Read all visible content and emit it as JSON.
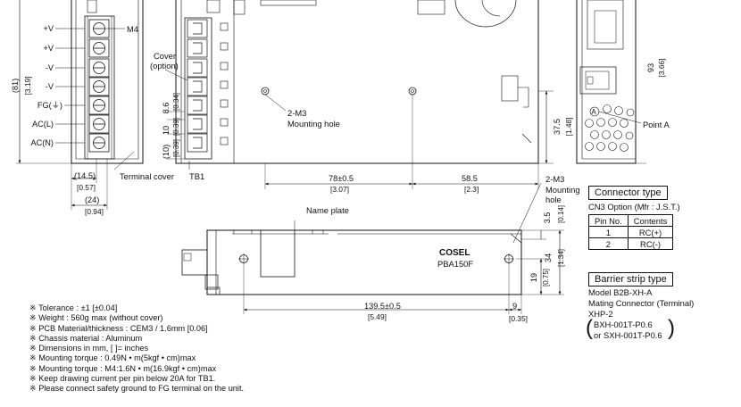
{
  "terminal_labels": [
    "+V",
    "+V",
    "-V",
    "-V",
    "FG(⏚)",
    "AC(L)",
    "AC(N)"
  ],
  "labels": {
    "m4": "M4",
    "cover": "Cover",
    "cover_option": "(option)",
    "terminal_cover": "Terminal cover",
    "tb1": "TB1",
    "two_m3_a": "2-M3",
    "mounting_hole_a": "Mounting hole",
    "two_m3_b": "2-M3",
    "mounting_b1": "Mounting",
    "mounting_b2": "hole",
    "name_plate": "Name plate",
    "brand": "COSEL",
    "model": "PBA150F",
    "point_a_marker": "A",
    "point_a": "Point A"
  },
  "dimensions": {
    "d81": "(81)",
    "d319": "[3.19]",
    "d86": "8.6",
    "d034": "[0.34]",
    "d10": "10",
    "d039": "[0.39]",
    "d10p": "(10)",
    "d039p": "[0.39]",
    "d145": "(14.5)",
    "d057": "[0.57]",
    "d24": "(24)",
    "d094": "[0.94]",
    "d78": "78±0.5",
    "d307": "[3.07]",
    "d585": "58.5",
    "d23": "[2.3]",
    "d375": "37.5",
    "d148": "[1.48]",
    "d93": "93",
    "d366": "[3.66]",
    "d35": "3.5",
    "d014": "[0.14]",
    "d34": "34",
    "d134": "[1.34]",
    "d19": "19",
    "d075": "[0.75]",
    "d1395": "139.5±0.5",
    "d549": "[5.49]",
    "d9": "9",
    "d035": "[0.35]"
  },
  "connector": {
    "title": "Connector type",
    "subtitle": "CN3 Option (Mfr : J.S.T.)",
    "headers": [
      "Pin No.",
      "Contents"
    ],
    "rows": [
      [
        "1",
        "RC(+)"
      ],
      [
        "2",
        "RC(-)"
      ]
    ]
  },
  "barrier": {
    "title": "Barrier strip type",
    "model": "Model B2B-XH-A",
    "mating": "Mating Connector (Terminal)",
    "xhp": "XHP-2",
    "bxh": "BXH-001T-P0.6",
    "sxh": "or SXH-001T-P0.6"
  },
  "notes": [
    "※ Tolerance : ±1 [±0.04]",
    "※ Weight : 560g max (without cover)",
    "※ PCB Material/thickness : CEM3 / 1.6mm [0.06]",
    "※ Chassis material : Aluminum",
    "※ Dimensions in mm, [      ]= inches",
    "※ Mounting torque : 0.49N • m(5kgf • cm)max",
    "※ Mounting torque : M4:1.6N • m(16.9kgf • cm)max",
    "※ Keep drawing current per pin below 20A for TB1.",
    "※ Please connect safety ground to FG terminal on the unit."
  ]
}
